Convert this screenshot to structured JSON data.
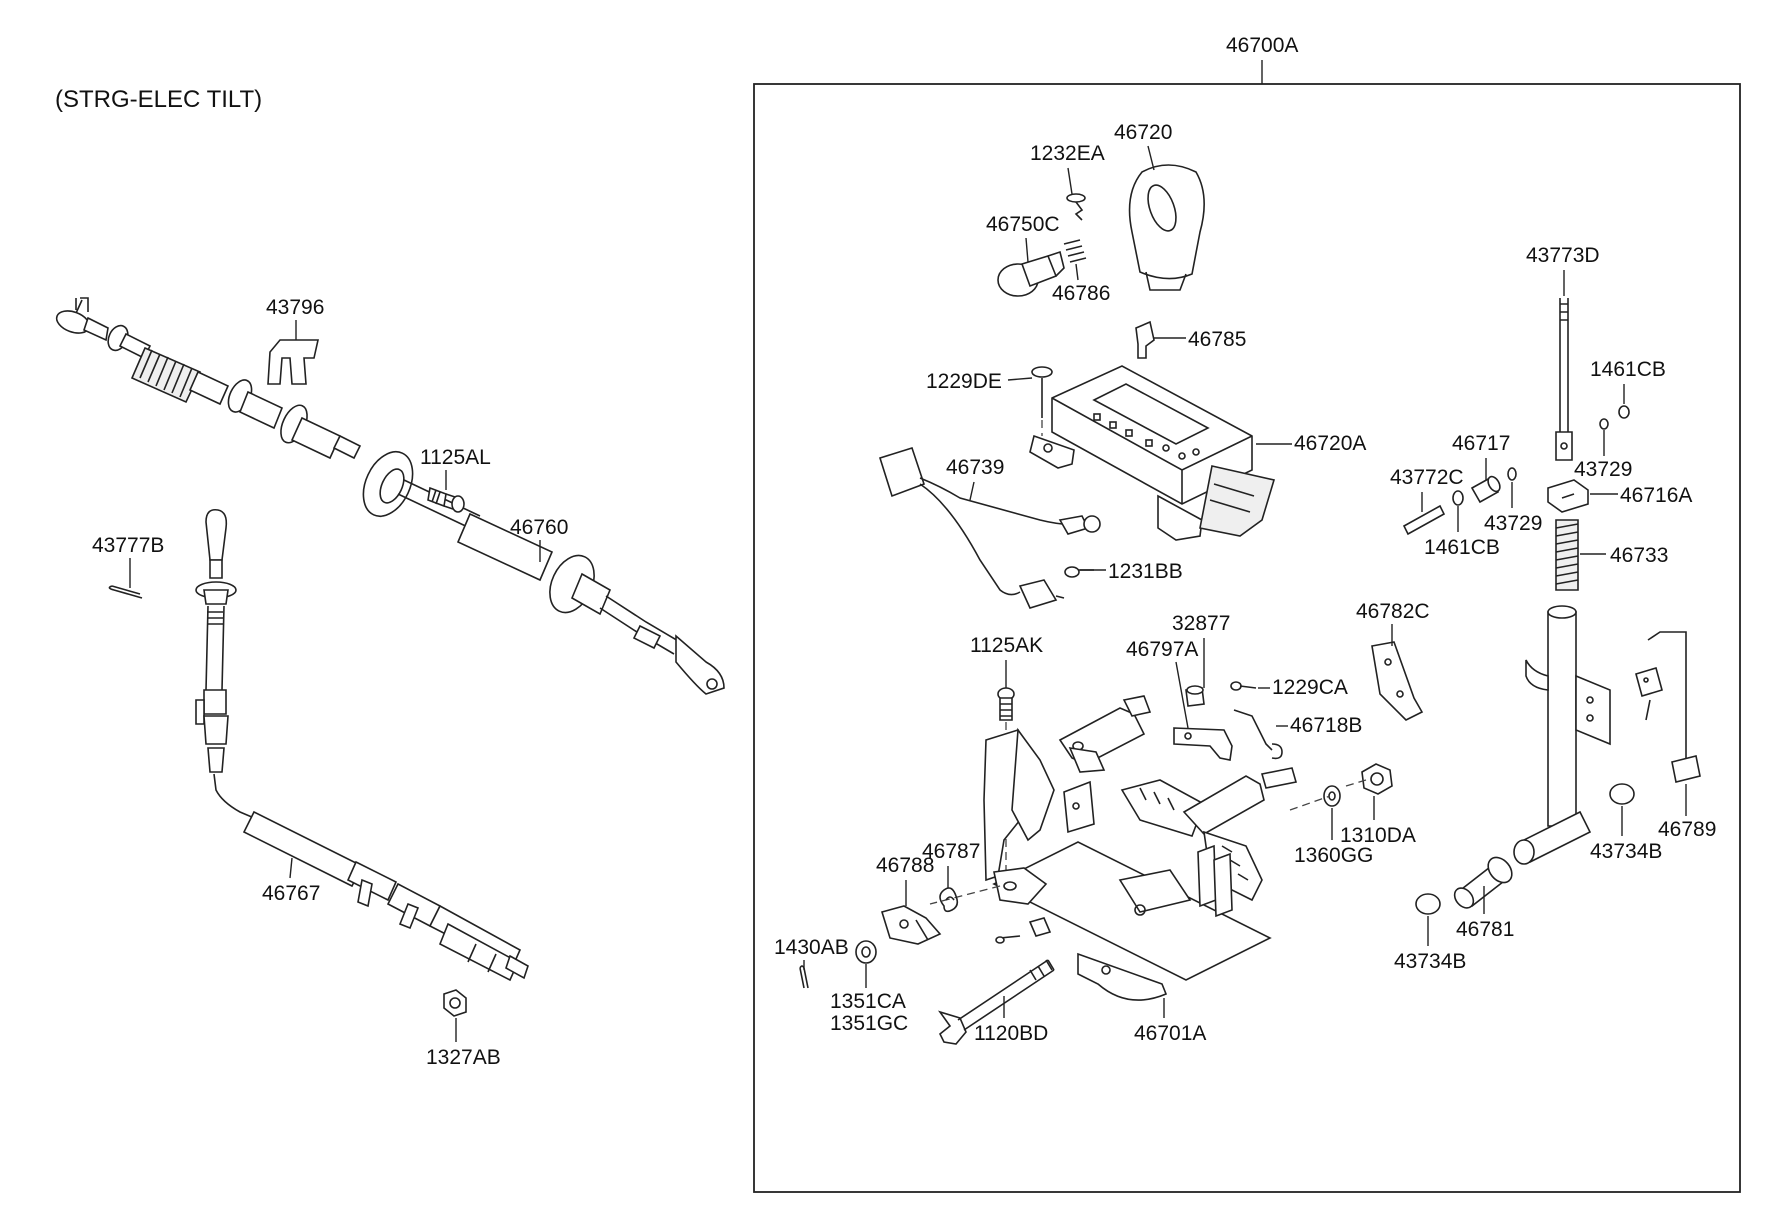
{
  "subtitle": "(STRG-ELEC TILT)",
  "assembly_label": "46700A",
  "callouts": {
    "c43796": "43796",
    "c1125AL": "1125AL",
    "c46760": "46760",
    "c43777B": "43777B",
    "c46767": "46767",
    "c1327AB": "1327AB",
    "c46720": "46720",
    "c1232EA": "1232EA",
    "c46750C": "46750C",
    "c46786": "46786",
    "c46785": "46785",
    "c1229DE": "1229DE",
    "c46720A": "46720A",
    "c46739": "46739",
    "c1231BB": "1231BB",
    "c43773D": "43773D",
    "c1461CB_a": "1461CB",
    "c43729_a": "43729",
    "c46717": "46717",
    "c43772C": "43772C",
    "c43729_b": "43729",
    "c46716A": "46716A",
    "c1461CB_b": "1461CB",
    "c46733": "46733",
    "c46782C": "46782C",
    "c32877": "32877",
    "c46797A": "46797A",
    "c1125AK": "1125AK",
    "c1229CA": "1229CA",
    "c46718B": "46718B",
    "c1310DA": "1310DA",
    "c1360GG": "1360GG",
    "c46789": "46789",
    "c43734B_a": "43734B",
    "c46787": "46787",
    "c46788": "46788",
    "c46781": "46781",
    "c43734B_b": "43734B",
    "c1430AB": "1430AB",
    "c1351CA": "1351CA",
    "c1351GC": "1351GC",
    "c1120BD": "1120BD",
    "c46701A": "46701A"
  }
}
